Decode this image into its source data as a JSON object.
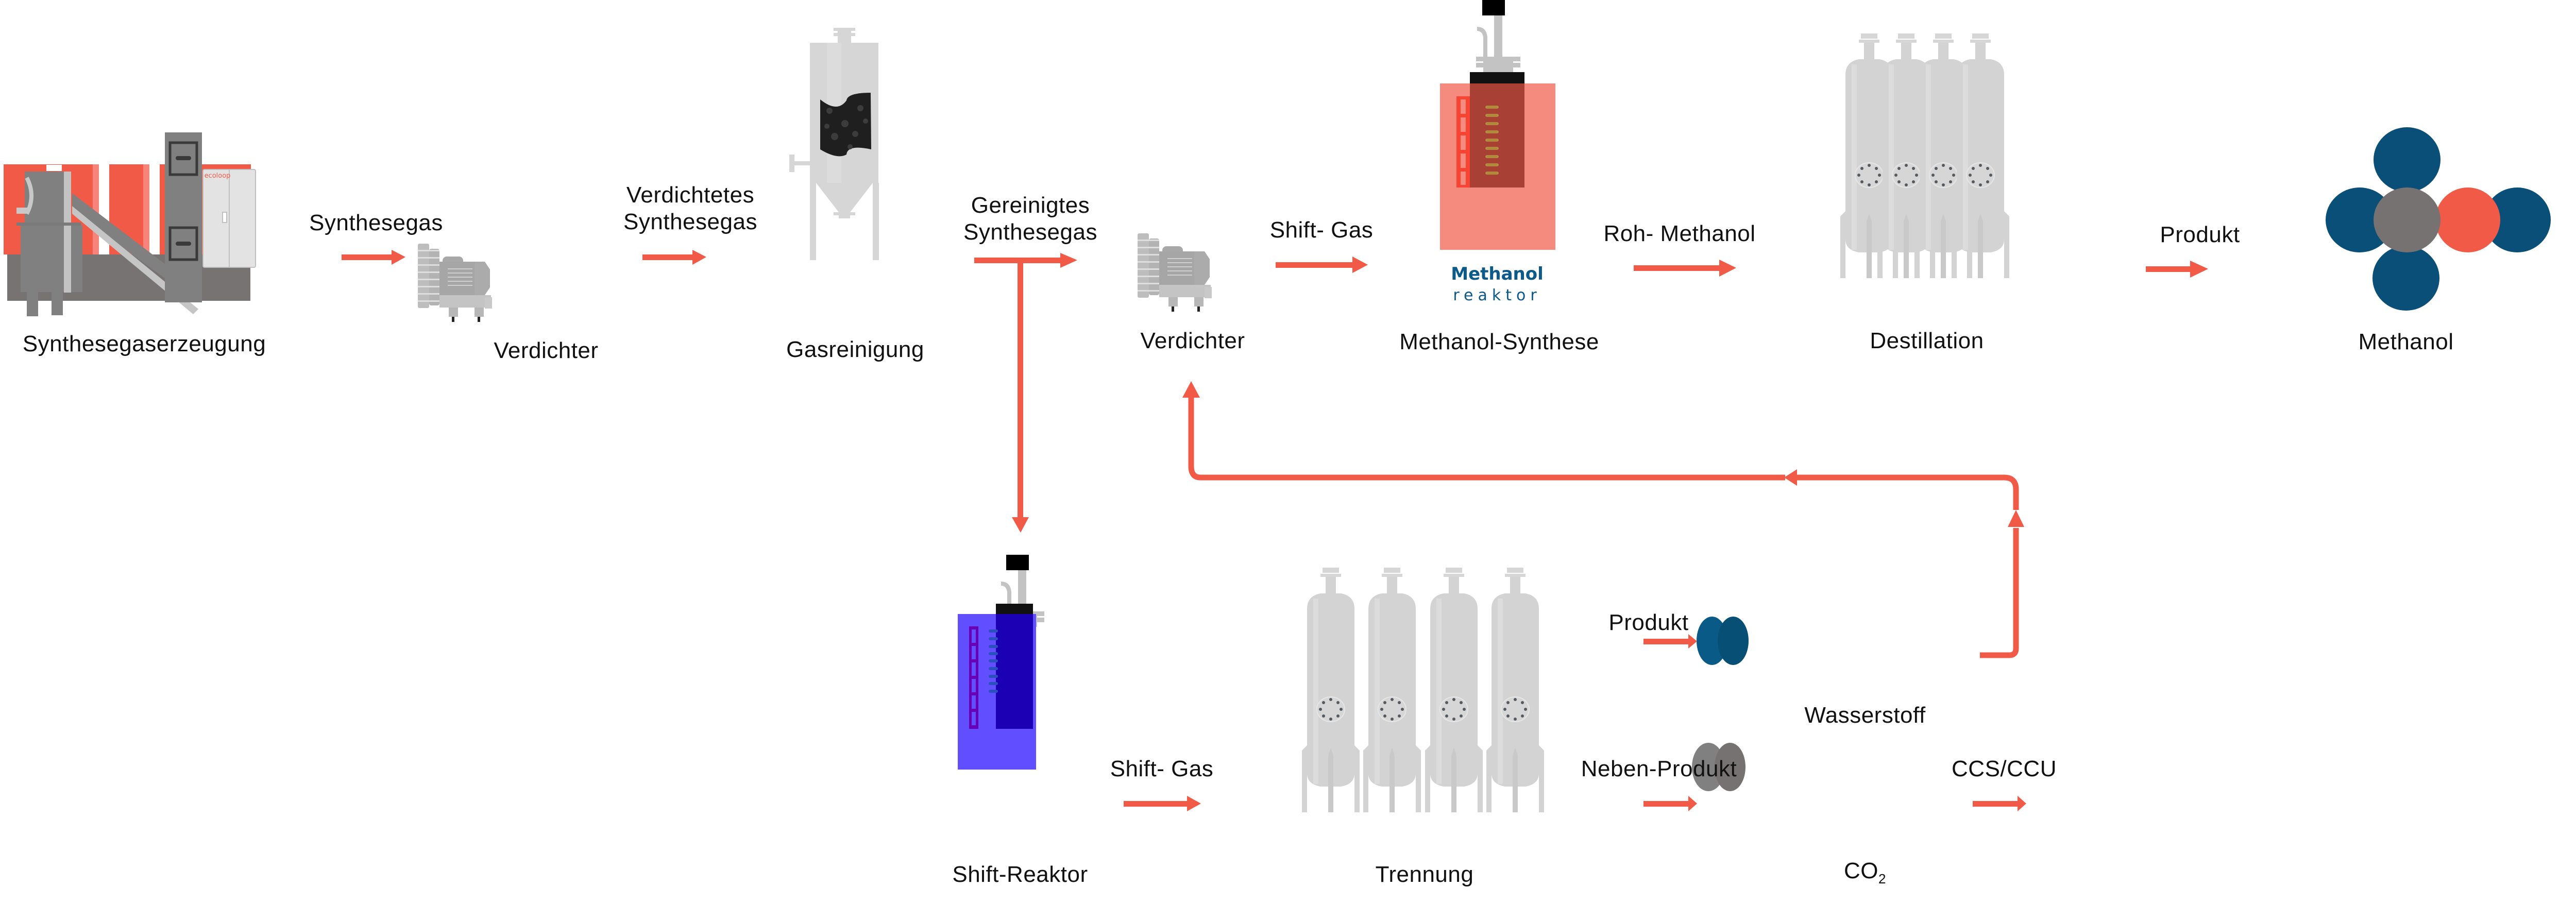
{
  "colors": {
    "arrow": "#f25a48",
    "equipment_gray": "#d3d3d3",
    "dark_gray": "#7f7f7f",
    "floor_gray": "#777372",
    "methanol_reactor_outer": "#f58a7e",
    "methanol_reactor_inner": "#a94036",
    "shift_reactor_outer": "#614fff",
    "shift_reactor_inner": "#1c00b3",
    "hydrogen_blue": "#0a4f78",
    "carbon_gray": "#767271",
    "oxygen_red": "#f25a48",
    "reactor_text_blue": "#0b5a8a"
  },
  "stations": {
    "gasifier": {
      "label": "Synthesegaserzeugung",
      "brand": "ecoloop"
    },
    "compressor_1": {
      "label": "Verdichter"
    },
    "gas_cleaning": {
      "label": "Gasreinigung"
    },
    "compressor_2": {
      "label": "Verdichter"
    },
    "methanol_synthesis": {
      "label": "Methanol-Synthese",
      "reactor_title": "Methanol",
      "reactor_subtitle": "reaktor"
    },
    "distillation": {
      "label": "Destillation"
    },
    "methanol": {
      "label": "Methanol"
    },
    "shift_reactor": {
      "label": "Shift-Reaktor"
    },
    "separation": {
      "label": "Trennung"
    },
    "hydrogen": {
      "label": "Wasserstoff"
    },
    "co2": {
      "label_main": "CO",
      "label_sub": "2"
    }
  },
  "flows": {
    "syngas": "Synthesegas",
    "compressed_syngas": "Verdichtetes\nSynthesegas",
    "cleaned_syngas": "Gereinigtes\nSynthesegas",
    "shift_gas_top": "Shift- Gas",
    "raw_methanol": "Roh- Methanol",
    "product_top": "Produkt",
    "shift_gas_bottom": "Shift- Gas",
    "product_bottom": "Produkt",
    "byproduct": "Neben-Produkt",
    "ccs_ccu": "CCS/CCU"
  }
}
